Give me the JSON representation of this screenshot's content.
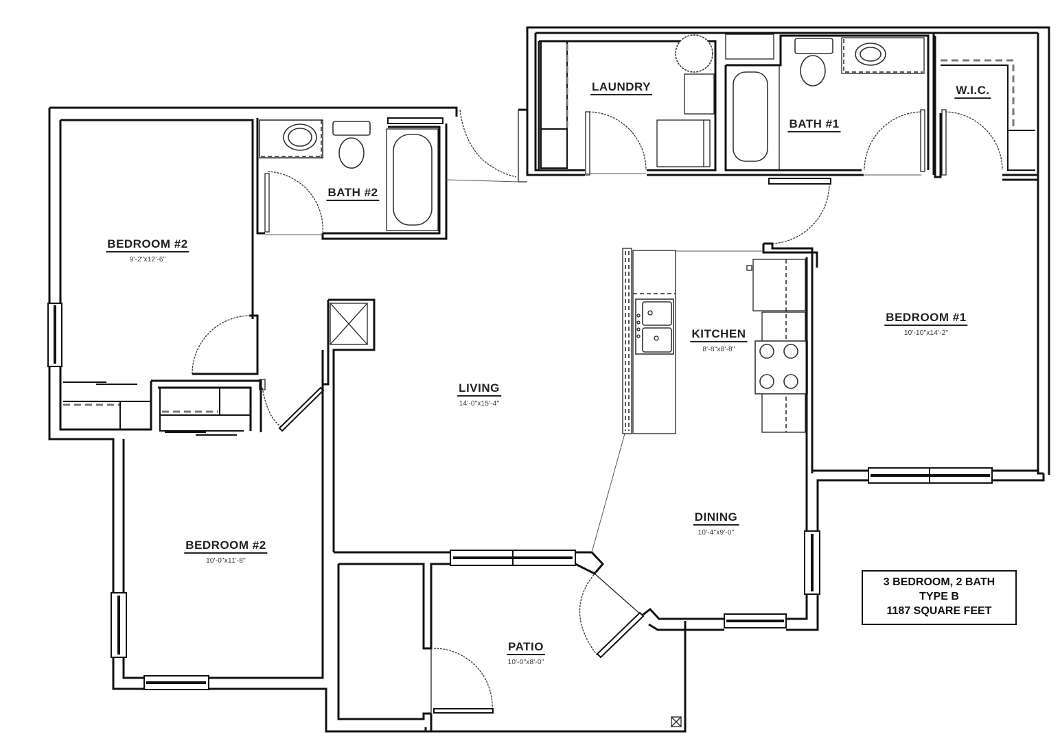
{
  "plan": {
    "summary": {
      "line1": "3 BEDROOM, 2 BATH",
      "line2": "TYPE B",
      "line3": "1187 SQUARE FEET"
    },
    "rooms": {
      "bedroom2_upper": {
        "name": "BEDROOM #2",
        "dims": "9'-2\"x12'-6\""
      },
      "bedroom2_lower": {
        "name": "BEDROOM #2",
        "dims": "10'-0\"x11'-8\""
      },
      "bath2": {
        "name": "BATH #2"
      },
      "laundry": {
        "name": "LAUNDRY"
      },
      "bath1": {
        "name": "BATH #1"
      },
      "wic": {
        "name": "W.I.C."
      },
      "living": {
        "name": "LIVING",
        "dims": "14'-0\"x15'-4\""
      },
      "kitchen": {
        "name": "KITCHEN",
        "dims": "8'-8\"x8'-8\""
      },
      "bedroom1": {
        "name": "BEDROOM #1",
        "dims": "10'-10\"x14'-2\""
      },
      "dining": {
        "name": "DINING",
        "dims": "10'-4\"x9'-0\""
      },
      "patio": {
        "name": "PATIO",
        "dims": "10'-0\"x8'-0\""
      }
    },
    "colors": {
      "wall": "#111111",
      "background": "#ffffff",
      "dashed_shelf": "#777777"
    }
  }
}
